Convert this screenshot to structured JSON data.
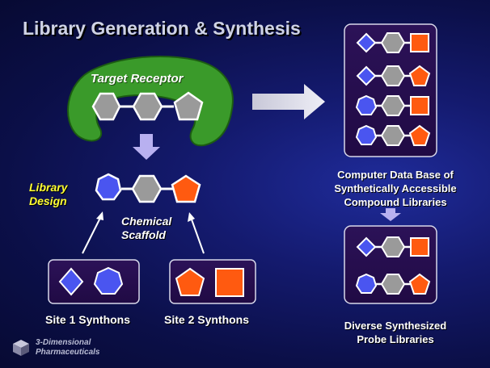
{
  "title": "Library Generation & Synthesis",
  "receptor": {
    "label": "Target Receptor"
  },
  "library_design": {
    "line1": "Library",
    "line2": "Design"
  },
  "scaffold": {
    "line1": "Chemical",
    "line2": "Scaffold"
  },
  "synthons": {
    "site1": "Site 1 Synthons",
    "site2": "Site 2 Synthons"
  },
  "database": {
    "line1": "Computer Data Base of",
    "line2": "Synthetically Accessible",
    "line3": "Compound Libraries"
  },
  "probe": {
    "line1": "Diverse Synthesized",
    "line2": "Probe Libraries"
  },
  "company": {
    "line1": "3-Dimensional",
    "line2": "Pharmaceuticals"
  },
  "colors": {
    "receptor_green": "#3a9a2a",
    "scaffold_gray": "#9a9a9a",
    "site1_blue": "#4a55f0",
    "site2_orange": "#ff5a10",
    "panel_fill": "#2a1050",
    "arrow_lavender": "#b8b0f0",
    "label_yellow": "#ffff33"
  },
  "icons": [
    "diamond-icon",
    "heptagon-icon",
    "pentagon-icon",
    "square-icon",
    "hexagon-icon",
    "cube-logo-icon"
  ]
}
